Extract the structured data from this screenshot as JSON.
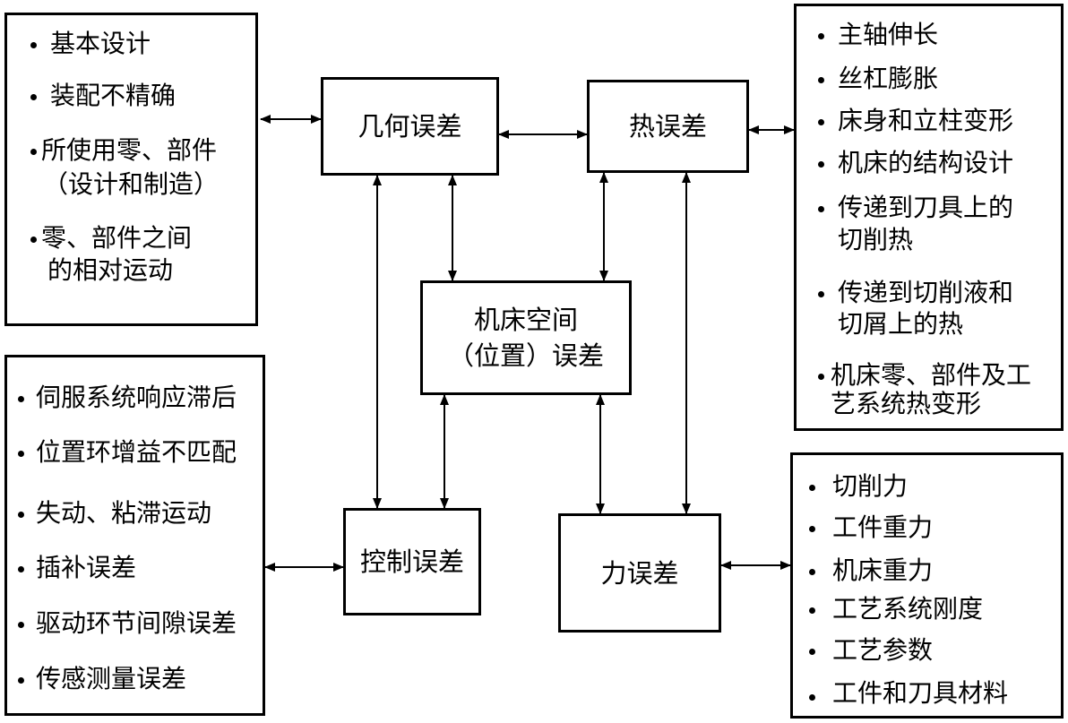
{
  "center": {
    "geometric": "几何误差",
    "thermal": "热误差",
    "spatial_line1": "机床空间",
    "spatial_line2": "（位置）误差",
    "control": "控制误差",
    "force": "力误差"
  },
  "geometric_sources": [
    "基本设计",
    "装配不精确",
    "所使用零、部件",
    "（设计和制造）",
    "零、部件之间",
    "的相对运动"
  ],
  "thermal_sources": [
    "主轴伸长",
    "丝杠膨胀",
    "床身和立柱变形",
    "机床的结构设计",
    "传递到刀具上的",
    "切削热",
    "传递到切削液和",
    "切屑上的热",
    "机床零、部件及工",
    "艺系统热变形"
  ],
  "control_sources": [
    "伺服系统响应滞后",
    "位置环增益不匹配",
    "失动、粘滞运动",
    "插补误差",
    "驱动环节间隙误差",
    "传感测量误差"
  ],
  "force_sources": [
    "切削力",
    "工件重力",
    "机床重力",
    "工艺系统刚度",
    "工艺参数",
    "工件和刀具材料"
  ]
}
